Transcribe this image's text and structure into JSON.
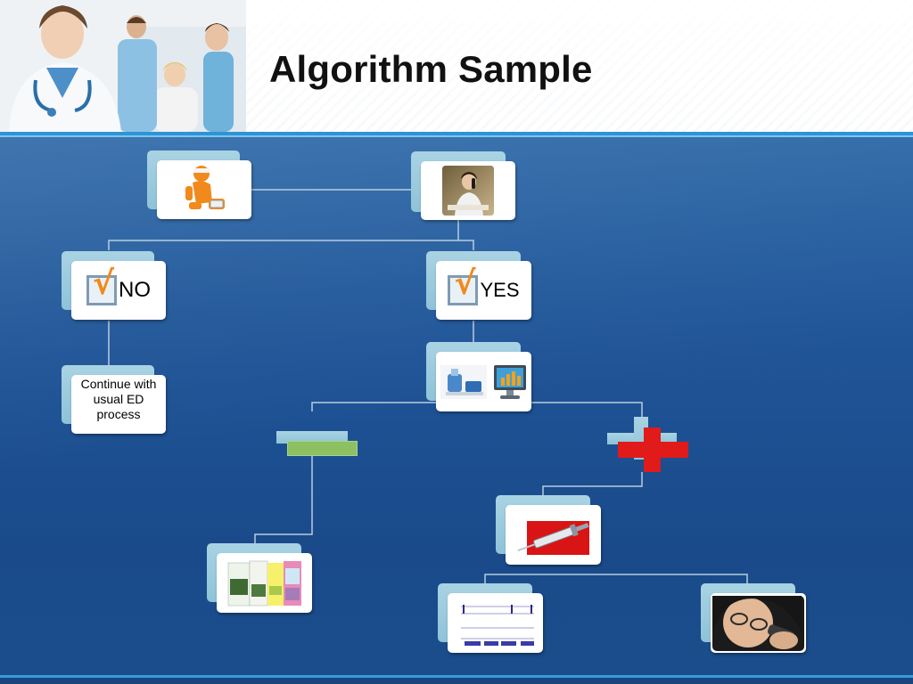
{
  "slide": {
    "title": "Algorithm Sample"
  },
  "nodes": {
    "no_label": "NO",
    "yes_label": "YES",
    "continue_note": "Continue with usual ED process"
  },
  "icons": {
    "injured_person": "injured-person-icon",
    "phone_operator": "phone-operator-icon",
    "checkmark": "checkmark-icon",
    "lab_equipment": "lab-equipment-icon",
    "monitor_chart": "monitor-chart-icon",
    "red_cross": "red-cross-icon",
    "syringe": "syringe-icon",
    "brochures": "brochures-icon",
    "phone_caller": "phone-caller-icon"
  },
  "colors": {
    "background": "#1f4f8c",
    "card": "#ffffff",
    "card_back": "#9ccbdd",
    "connector": "#b8cde0",
    "check_mark": "#f08a1c",
    "cross": "#e11a1a",
    "green_bar": "#8cc063"
  }
}
